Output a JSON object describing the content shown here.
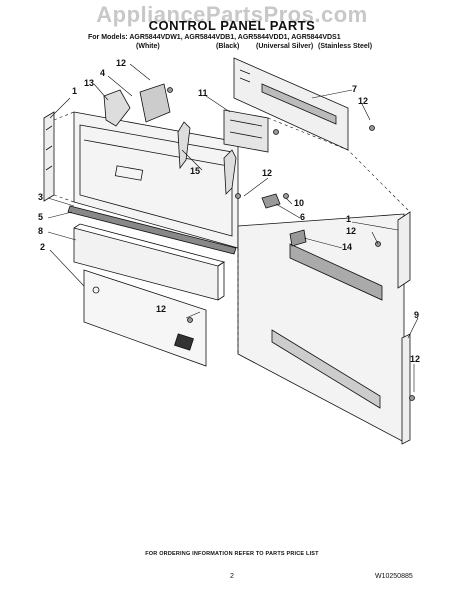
{
  "watermark": "AppliancePartsPros.com",
  "title": "CONTROL PANEL PARTS",
  "models_line": "For Models: AGR5844VDW1, AGR5844VDB1, AGR5844VDD1, AGR5844VDS1",
  "variants": [
    "(White)",
    "(Black)",
    "(Universal Silver)",
    "(Stainless Steel)"
  ],
  "callouts": [
    "1",
    "13",
    "4",
    "12",
    "11",
    "7",
    "12",
    "15",
    "12",
    "3",
    "10",
    "5",
    "6",
    "8",
    "12",
    "1",
    "2",
    "14",
    "12",
    "9",
    "12",
    "12"
  ],
  "footer": "FOR ORDERING INFORMATION REFER TO PARTS PRICE LIST",
  "page_number": "2",
  "doc_id": "W10250885"
}
